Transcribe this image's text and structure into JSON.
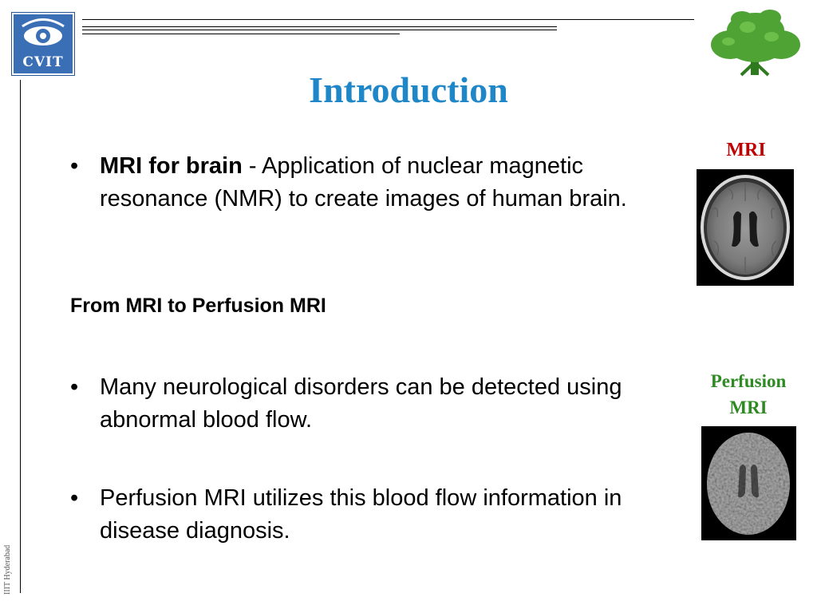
{
  "logo": {
    "text": "CVIT"
  },
  "title": "Introduction",
  "bullets_top": [
    {
      "bold": "MRI for brain",
      "text": " -  Application of nuclear magnetic resonance (NMR) to create images of human brain."
    }
  ],
  "section_heading": "From MRI to Perfusion MRI",
  "bullets_bottom": [
    {
      "text": "Many neurological disorders can be detected using abnormal blood flow."
    },
    {
      "text": "Perfusion MRI utilizes this blood flow information in disease diagnosis."
    }
  ],
  "bullet_char": "•",
  "side": {
    "mri_label": "MRI",
    "perfusion_label_line1": "Perfusion",
    "perfusion_label_line2": "MRI"
  },
  "footer": "IIIT Hyderabad",
  "colors": {
    "title": "#1f86c8",
    "mri_label": "#c00000",
    "perfusion_label": "#2e8b22",
    "logo_bg": "#3a6fb6"
  }
}
